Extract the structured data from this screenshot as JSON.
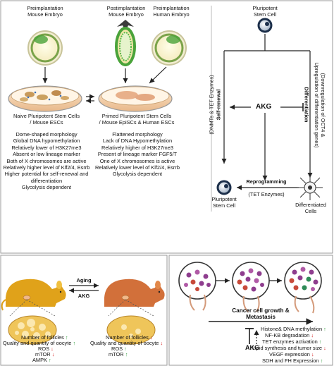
{
  "top_left": {
    "preimpl_mouse": [
      "Preimplantation",
      "Mouse Embryo"
    ],
    "postimpl_mouse": [
      "Postimplantation",
      "Mouse Embryo"
    ],
    "preimpl_human": [
      "Preimplantation",
      "Human Embryo"
    ],
    "naive_title": [
      "Naive Pluripotent Stem Cells",
      "/ Mouse ESCs"
    ],
    "primed_title": [
      "Primed Pluripotent Stem Cells",
      "/ Mouse EpiSCs & Human ESCs"
    ],
    "naive_features": [
      "Dome-shaped morphology",
      "Global DNA hypomethylation",
      "Relatively lower of H3K27me3",
      "Absent or low lineage marker",
      "Both of X chromosomes are active",
      "Relatively higher level of Klf2/4, Esrrb",
      "Higher potential for self-renewal and",
      "differentiation",
      "Glycolysis dependent"
    ],
    "primed_features": [
      "Flattened morphology",
      "Lack of DNA Hypomethylation",
      "Relatively higher of H3K27me3",
      "Present of lineage marker FGF5/T",
      "One of X chromosomes is active",
      "Relatively lower level of Klf2/4, Esrrb",
      "Glycolysis dependent"
    ]
  },
  "top_right": {
    "pluripotent_top": [
      "Pluripotent",
      "Stem Cell"
    ],
    "self_renewal": "Self-renewal",
    "self_renewal_sub": "(DNMTs & TET Enzymes)",
    "akg": "AKG",
    "differentiation": "Differentiation",
    "differentiation_sub": [
      "(Downregulation of OCT4 &",
      "Upregulation of differentiation genes)"
    ],
    "reprogramming": "Reprogramming",
    "reprogramming_sub": "(TET Enzymes)",
    "pluripotent_bottom": [
      "Pluripotent",
      "Stem Cell"
    ],
    "differentiated": [
      "Differentiated",
      "Cells"
    ]
  },
  "bottom_left": {
    "aging": "Aging",
    "akg": "AKG",
    "left_rows": [
      {
        "label": "ROS",
        "dir": "down"
      },
      {
        "label": "mTOR",
        "dir": "down"
      },
      {
        "label": "AMPK",
        "dir": "up"
      },
      {
        "label": "Quality and quantity of oocyte",
        "dir": "up"
      },
      {
        "label": "Number of follicles",
        "dir": "up"
      }
    ],
    "right_rows": [
      {
        "label": "ROS",
        "dir": "up"
      },
      {
        "label": "mTOR",
        "dir": "up"
      },
      {
        "label": "Quality and quantity of oocyte",
        "dir": "down"
      },
      {
        "label": "Number of follicles",
        "dir": "down"
      }
    ]
  },
  "bottom_right": {
    "growth": [
      "Cancer cell growth  &",
      "Metastasis"
    ],
    "akg": "AKG",
    "rows": [
      {
        "label": "Histone& DNA methylation",
        "dir": "up"
      },
      {
        "label": "NF-KB degradation",
        "dir": "down"
      },
      {
        "label": "TET enzymes activation",
        "dir": "up"
      },
      {
        "label": "Lipid synthesis and tumor size",
        "dir": "down"
      },
      {
        "label": "VEGF expression",
        "dir": "down"
      },
      {
        "label": "SDH and FH Expression",
        "dir": "up"
      }
    ]
  },
  "colors": {
    "up": "#2e9b3a",
    "down": "#d62020",
    "mouse_young": "#e0a21a",
    "mouse_old": "#d2703a",
    "ovary": "#efc55a"
  }
}
